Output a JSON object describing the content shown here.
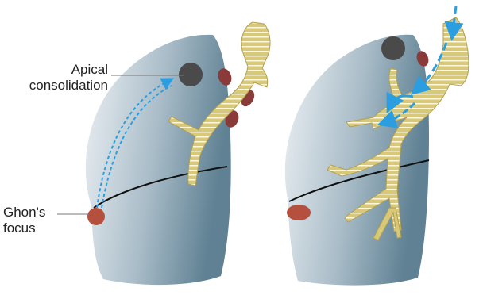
{
  "labels": {
    "apical_line1": "Apical",
    "apical_line2": "consolidation",
    "ghon_line1": "Ghon's",
    "ghon_line2": "focus"
  },
  "colors": {
    "lung_light": "#e4eaef",
    "lung_dark": "#6f8fa0",
    "bronchus": "#d8c97a",
    "bronchus_dark": "#b3a04f",
    "lymph_node": "#8b3a3a",
    "ghon_focus": "#b5503e",
    "apical_lesion": "#4a4a4a",
    "arrow": "#2a9ee0",
    "fissure": "#111111"
  }
}
